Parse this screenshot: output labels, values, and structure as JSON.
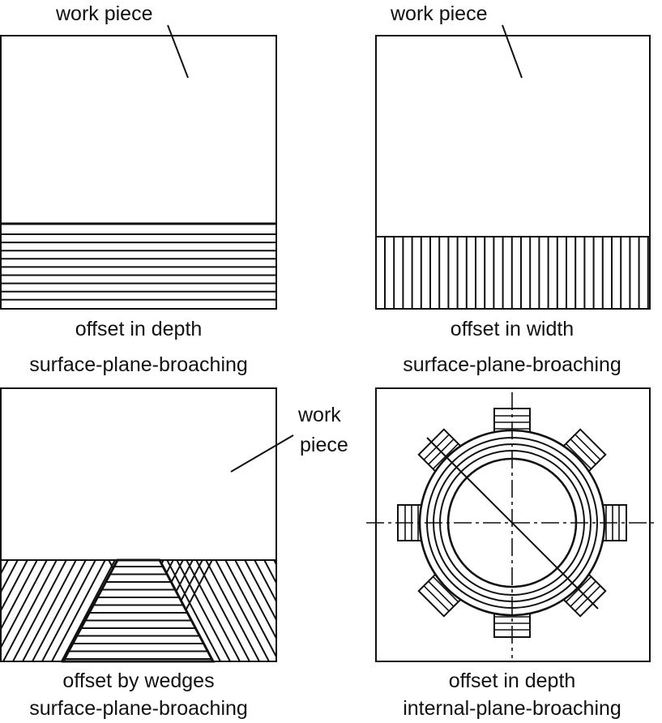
{
  "panels": [
    {
      "id": "top-left",
      "workpiece_label": "work piece",
      "caption": "offset in depth",
      "process": "surface-plane-broaching",
      "layers": "horizontal stacked"
    },
    {
      "id": "top-right",
      "workpiece_label": "work piece",
      "caption": "offset in width",
      "process": "surface-plane-broaching",
      "layers": "vertical side-by-side"
    },
    {
      "id": "bottom-left",
      "workpiece_label_line1": "work",
      "workpiece_label_line2": "piece",
      "caption": "offset by wedges",
      "process": "surface-plane-broaching",
      "layers": "diagonal wedges with horizontal center"
    },
    {
      "id": "bottom-right",
      "caption": "offset in depth",
      "process": "internal-plane-broaching",
      "layers": "concentric rings with 8 teeth"
    }
  ],
  "colors": {
    "line": "#111111",
    "background": "#ffffff"
  }
}
